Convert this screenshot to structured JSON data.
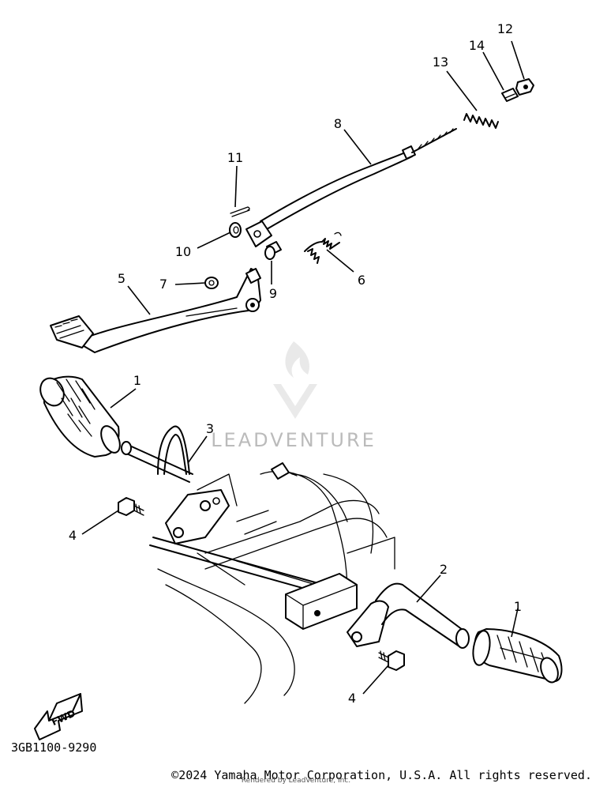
{
  "diagram": {
    "callouts": [
      {
        "id": "c12",
        "label": "12"
      },
      {
        "id": "c14",
        "label": "14"
      },
      {
        "id": "c13",
        "label": "13"
      },
      {
        "id": "c8",
        "label": "8"
      },
      {
        "id": "c11",
        "label": "11"
      },
      {
        "id": "c10",
        "label": "10"
      },
      {
        "id": "c9",
        "label": "9"
      },
      {
        "id": "c6",
        "label": "6"
      },
      {
        "id": "c7",
        "label": "7"
      },
      {
        "id": "c5",
        "label": "5"
      },
      {
        "id": "c1a",
        "label": "1"
      },
      {
        "id": "c3",
        "label": "3"
      },
      {
        "id": "c4a",
        "label": "4"
      },
      {
        "id": "c2",
        "label": "2"
      },
      {
        "id": "c1b",
        "label": "1"
      },
      {
        "id": "c4b",
        "label": "4"
      }
    ],
    "fwd_label": "FWD",
    "diagram_code": "3GB1100-9290",
    "watermark": "LEADVENTURE",
    "copyright": "©2024 Yamaha Motor Corporation, U.S.A. All rights reserved.",
    "rendered_by": "Rendered by LeadVenture, Inc."
  }
}
